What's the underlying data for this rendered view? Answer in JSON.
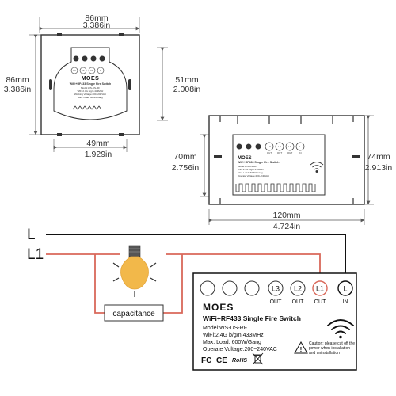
{
  "front_view": {
    "width_mm": "86mm",
    "width_in": "3.386in",
    "height_mm": "86mm",
    "height_in": "3.386in",
    "inner_height_mm": "51mm",
    "inner_height_in": "2.008in",
    "inner_width_mm": "49mm",
    "inner_width_in": "1.929in",
    "terminals": [
      "L3",
      "L2",
      "L1",
      "L"
    ],
    "brand": "MOES",
    "product_title": "WiFi+RF433 Single Fire Switch",
    "model": "Model:WS-US-RF",
    "wifi": "WiFi:2.4G b/g/n 433MHz",
    "voltage": "Working Voltage:200~240VAC",
    "load": "Max. Load: 600W/Gang"
  },
  "side_view": {
    "width_mm": "120mm",
    "width_in": "4.724in",
    "inner_height_mm": "70mm",
    "inner_height_in": "2.756in",
    "outer_height_mm": "74mm",
    "outer_height_in": "2.913in",
    "terminals": [
      "L3",
      "L2",
      "L1",
      "L"
    ],
    "terminal_subs": [
      "OUT",
      "OUT",
      "OUT",
      "IN"
    ],
    "brand": "MOES",
    "product_title": "WiFi+RF433 Single Fire Switch",
    "model": "Model:WS-US-RF",
    "wifi": "WiFi:2.4G b/g/n 433MHz",
    "load": "Max. Load: 600W/Gang",
    "voltage": "Operate Voltage:200~240VAC"
  },
  "wiring": {
    "line_label": "L",
    "load_label": "L1",
    "capacitance_label": "capacitance",
    "colors": {
      "line": "#111111",
      "load": "#d9685a",
      "bulb": "#f2b84a"
    }
  },
  "module": {
    "terminals": [
      "L3",
      "L2",
      "L1",
      "L"
    ],
    "terminal_subs": [
      "OUT",
      "OUT",
      "OUT",
      "IN"
    ],
    "brand": "MOES",
    "product_title": "WiFi+RF433 Single Fire Switch",
    "model": "Model:WS-US-RF",
    "wifi": "WiFi:2.4G b/g/n 433MHz",
    "load": "Max. Load: 600W/Gang",
    "voltage": "Operate Voltage:200~240VAC",
    "caution": "Caution: please cut off the power when installation and uninstallation",
    "certs": [
      "FC",
      "CE",
      "RoHS"
    ]
  }
}
